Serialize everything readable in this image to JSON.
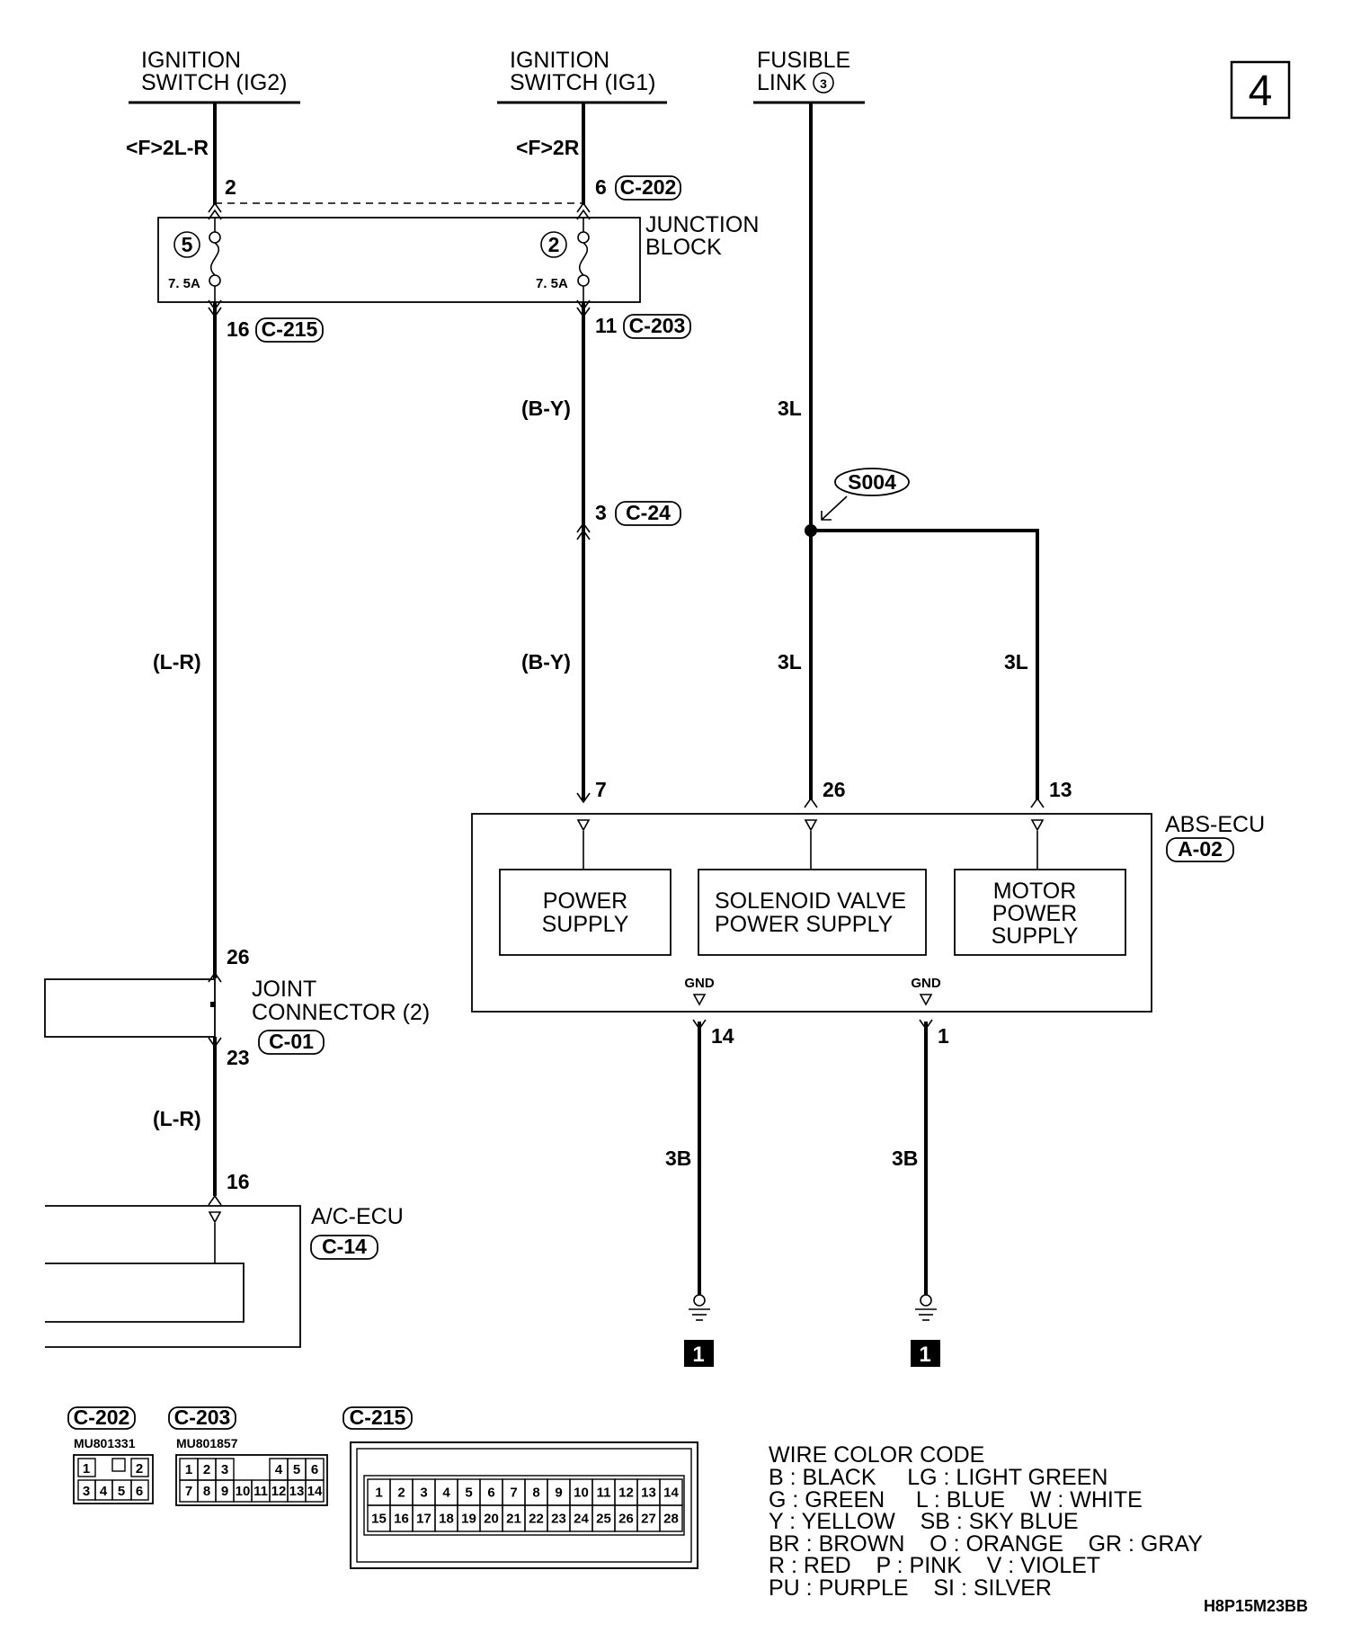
{
  "page_number": "4",
  "sources": {
    "ig2": [
      "IGNITION",
      "SWITCH (IG2)"
    ],
    "ig1": [
      "IGNITION",
      "SWITCH (IG1)"
    ],
    "fusible": [
      "FUSIBLE",
      "LINK"
    ],
    "fusible_num": "3"
  },
  "wires": {
    "ig2_top": "<F>2L-R",
    "ig1_top": "<F>2R",
    "ig1_mid1": "(B-Y)",
    "ig1_mid2": "(B-Y)",
    "ig2_mid": "(L-R)",
    "ig2_low": "(L-R)",
    "fus_top": "3L",
    "fus_mid": "3L",
    "branch": "3L",
    "gnd14": "3B",
    "gnd1": "3B"
  },
  "junction_block": {
    "title": [
      "JUNCTION",
      "BLOCK"
    ],
    "fuse_a_num": "5",
    "fuse_a_rating": "7. 5A",
    "fuse_b_num": "2",
    "fuse_b_rating": "7. 5A",
    "pin_in_a": "2",
    "pin_in_b": "6",
    "conn_in": "C-202",
    "pin_out_a": "16",
    "conn_out_a": "C-215",
    "pin_out_b": "11",
    "conn_out_b": "C-203"
  },
  "inline_conn": {
    "pin": "3",
    "conn": "C-24"
  },
  "splice": "S004",
  "abs_ecu": {
    "title": "ABS-ECU",
    "conn": "A-02",
    "pins": [
      "7",
      "26",
      "13"
    ],
    "blocks": [
      [
        "POWER",
        "SUPPLY"
      ],
      [
        "SOLENOID VALVE",
        "POWER SUPPLY"
      ],
      [
        "MOTOR",
        "POWER",
        "SUPPLY"
      ]
    ],
    "gnd_label": "GND",
    "gnd_pins": [
      "14",
      "1"
    ],
    "ground_ref": "1"
  },
  "joint_conn": {
    "title": [
      "JOINT",
      "CONNECTOR (2)"
    ],
    "conn": "C-01",
    "pin_in": "26",
    "pin_out": "23"
  },
  "ac_ecu": {
    "title": "A/C-ECU",
    "conn": "C-14",
    "pin": "16"
  },
  "connector_views": [
    {
      "name": "C-202",
      "part": "MU801331",
      "rows": [
        [
          "1",
          "",
          "",
          "2"
        ],
        [
          "3",
          "4",
          "5",
          "6"
        ]
      ]
    },
    {
      "name": "C-203",
      "part": "MU801857",
      "rows": [
        [
          "1",
          "2",
          "3",
          "",
          "",
          "4",
          "5",
          "6"
        ],
        [
          "7",
          "8",
          "9",
          "10",
          "11",
          "12",
          "13",
          "14"
        ]
      ]
    },
    {
      "name": "C-215",
      "part": "",
      "rows": [
        [
          "1",
          "2",
          "3",
          "4",
          "5",
          "6",
          "7",
          "8",
          "9",
          "10",
          "11",
          "12",
          "13",
          "14"
        ],
        [
          "15",
          "16",
          "17",
          "18",
          "19",
          "20",
          "21",
          "22",
          "23",
          "24",
          "25",
          "26",
          "27",
          "28"
        ]
      ]
    }
  ],
  "wire_color_code": {
    "title": "WIRE COLOR CODE",
    "lines": [
      "B : BLACK     LG : LIGHT GREEN",
      "G : GREEN     L : BLUE    W : WHITE",
      "Y : YELLOW    SB : SKY BLUE",
      "BR : BROWN    O : ORANGE    GR : GRAY",
      "R : RED    P : PINK    V : VIOLET",
      "PU : PURPLE    SI : SILVER"
    ]
  },
  "figure_id": "H8P15M23BB"
}
